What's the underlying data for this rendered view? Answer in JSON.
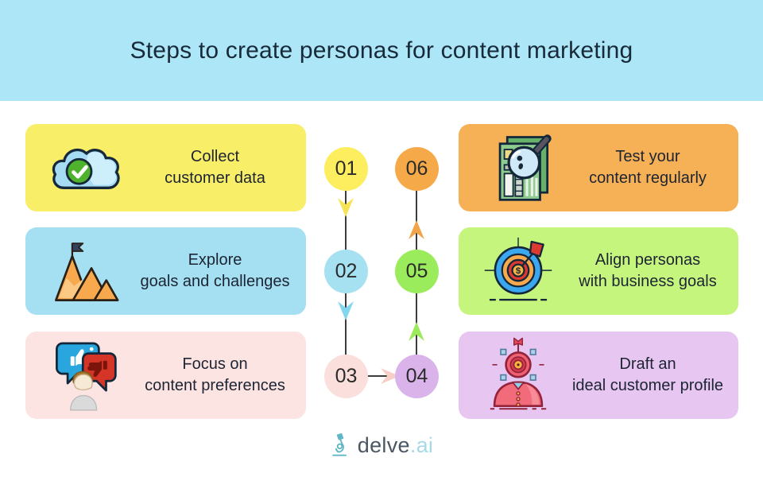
{
  "header": {
    "title": "Steps to create personas for content marketing",
    "bg_color": "#ace6f7",
    "title_color": "#182a3a"
  },
  "theme": {
    "page_bg": "#ffffff",
    "card_text_color": "#1d2433",
    "number_color": "#2b2b2b",
    "connector_line_color": "#3c3c3c"
  },
  "steps": [
    {
      "num": "01",
      "line1": "Collect",
      "line2": "customer data",
      "card_color": "#f8ee67",
      "circle_color": "#fcee5e",
      "icon": "cloud-check-icon"
    },
    {
      "num": "02",
      "line1": "Explore",
      "line2": "goals and challenges",
      "card_color": "#a4dff2",
      "circle_color": "#a6e1f2",
      "icon": "mountain-flag-icon"
    },
    {
      "num": "03",
      "line1": "Focus on",
      "line2": "content preferences",
      "card_color": "#fce4e2",
      "circle_color": "#fbdfdc",
      "icon": "chat-feedback-icon"
    },
    {
      "num": "04",
      "line1": "Draft an",
      "line2": "ideal customer profile",
      "card_color": "#e7c6f2",
      "circle_color": "#d9b3ea",
      "icon": "persona-target-icon"
    },
    {
      "num": "05",
      "line1": "Align personas",
      "line2": "with business goals",
      "card_color": "#c6f57e",
      "circle_color": "#9bec5d",
      "icon": "target-dollar-icon"
    },
    {
      "num": "06",
      "line1": "Test your",
      "line2": "content regularly",
      "card_color": "#f6b055",
      "circle_color": "#f5a948",
      "icon": "page-magnifier-icon"
    }
  ],
  "connectors": [
    {
      "from": "01",
      "to": "02",
      "direction": "down",
      "arrow_color": "#f8e354"
    },
    {
      "from": "02",
      "to": "03",
      "direction": "down",
      "arrow_color": "#82d6ee"
    },
    {
      "from": "03",
      "to": "04",
      "direction": "right",
      "arrow_color": "#f8cfc8"
    },
    {
      "from": "04",
      "to": "05",
      "direction": "up",
      "arrow_color": "#9ce95a"
    },
    {
      "from": "05",
      "to": "06",
      "direction": "up",
      "arrow_color": "#f2a448"
    }
  ],
  "footer": {
    "brand": "delve",
    "brand_suffix": ".ai",
    "brand_color": "#4b5663",
    "suffix_color": "#a7d9e8",
    "icon_color": "#5fb6c6"
  }
}
